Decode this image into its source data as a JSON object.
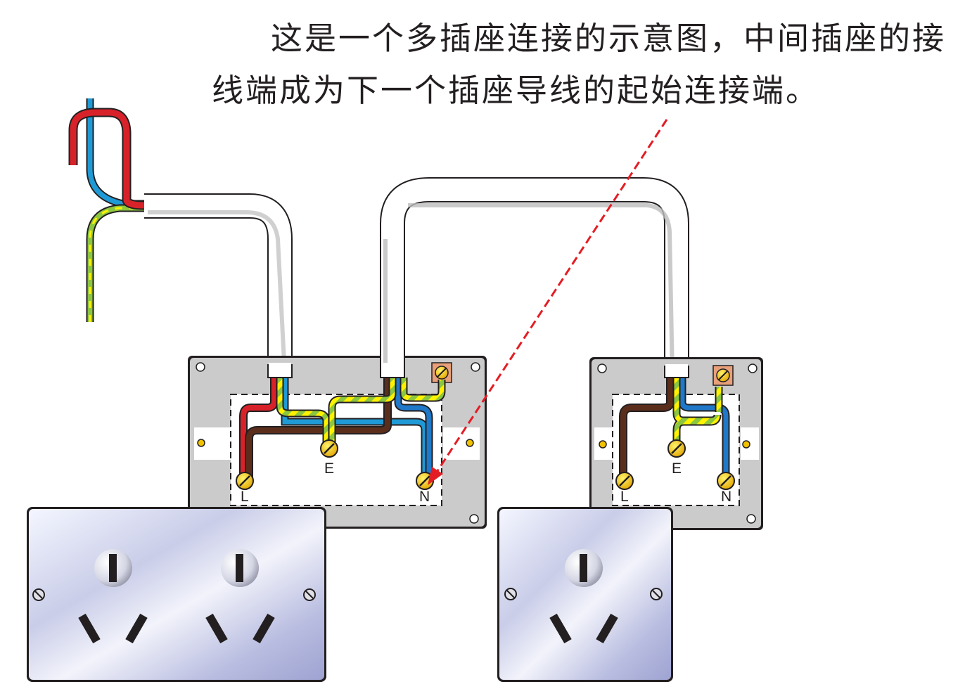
{
  "caption": {
    "line1": "这是一个多插座连接的示意图，中间插座的接",
    "line2": "线端成为下一个插座导线的起始连接端。"
  },
  "terminals": {
    "live": "L",
    "earth": "E",
    "neutral": "N"
  },
  "colors": {
    "live_red": "#d8222a",
    "live_brown": "#5b2e1c",
    "neutral_blue": "#1f9ad6",
    "earth_green": "#8dc63f",
    "earth_yellow": "#fff200",
    "arrow_red": "#e41d24",
    "box_grey": "#cbcbcb",
    "terminal_brass": "#f2c200"
  },
  "components": {
    "double_socket_pins": 2,
    "single_socket_pins": 1
  }
}
